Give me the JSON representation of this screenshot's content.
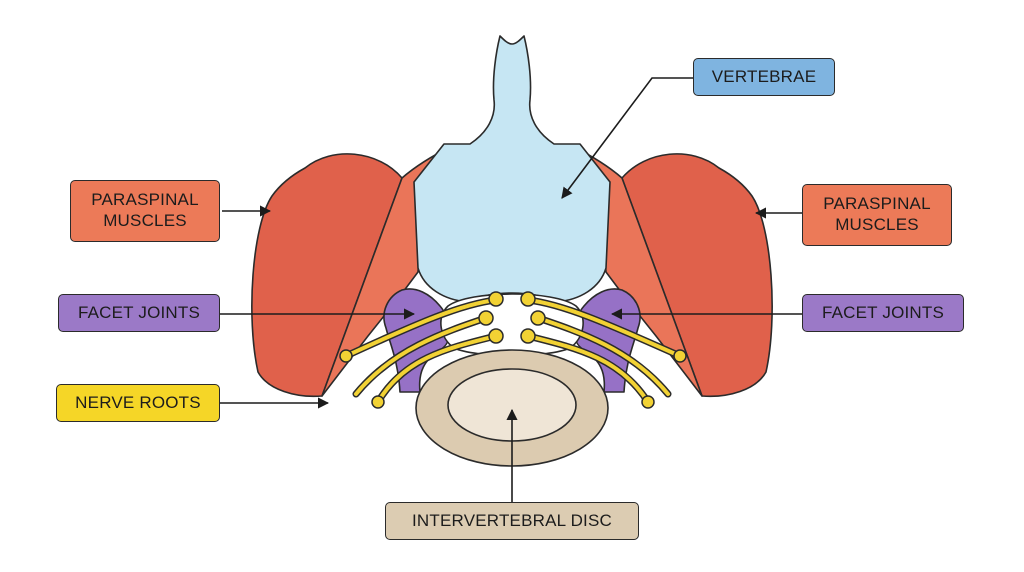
{
  "labels": {
    "vertebrae": "VERTEBRAE",
    "paraspinal_left": "PARASPINAL\nMUSCLES",
    "paraspinal_right": "PARASPINAL\nMUSCLES",
    "facet_left": "FACET JOINTS",
    "facet_right": "FACET JOINTS",
    "nerve_roots": "NERVE ROOTS",
    "intervertebral_disc": "INTERVERTEBRAL DISC"
  },
  "colors": {
    "vertebrae": "#c6e6f3",
    "vertebrae_label": "#7fb4e0",
    "muscle_outer": "#e0614b",
    "muscle_inner": "#ea7559",
    "muscle_label": "#ec7a58",
    "facet": "#9671c6",
    "facet_label": "#9b79c7",
    "nerve": "#f2d234",
    "nerve_label": "#f5d627",
    "disc_outer": "#dccbb0",
    "disc_inner": "#efe5d6",
    "disc_label": "#dcccb2",
    "outline": "#2b2b2b"
  }
}
